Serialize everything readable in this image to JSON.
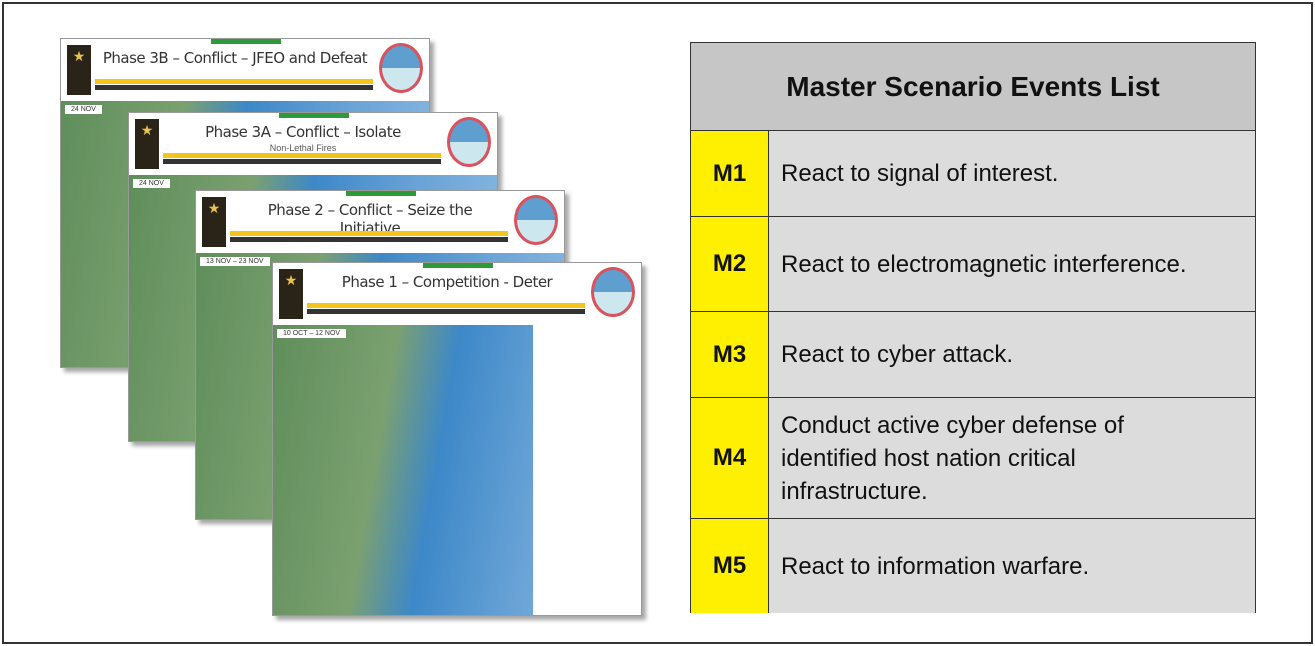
{
  "slides": [
    {
      "title": "Phase 3B – Conflict – JFEO and Defeat",
      "subtitle": "",
      "date": "24 NOV"
    },
    {
      "title": "Phase 3A – Conflict – Isolate",
      "subtitle": "Non-Lethal Fires",
      "date": "24 NOV"
    },
    {
      "title": "Phase 2 – Conflict – Seize the Initiative",
      "subtitle": "",
      "date": "13 NOV – 23 NOV"
    },
    {
      "title": "Phase 1 – Competition - Deter",
      "subtitle": "",
      "date": "10 OCT – 12 NOV"
    }
  ],
  "table": {
    "title": "Master Scenario Events List",
    "rows": [
      {
        "id": "M1",
        "event": "React to signal of interest."
      },
      {
        "id": "M2",
        "event": "React to electromagnetic interference."
      },
      {
        "id": "M3",
        "event": "React to cyber attack."
      },
      {
        "id": "M4",
        "event": "Conduct active cyber defense of identified host nation critical infrastructure."
      },
      {
        "id": "M5",
        "event": "React to information warfare."
      }
    ]
  },
  "colors": {
    "highlight": "#ffef00",
    "header": "#c6c6c6",
    "row": "#dcdcdc"
  }
}
